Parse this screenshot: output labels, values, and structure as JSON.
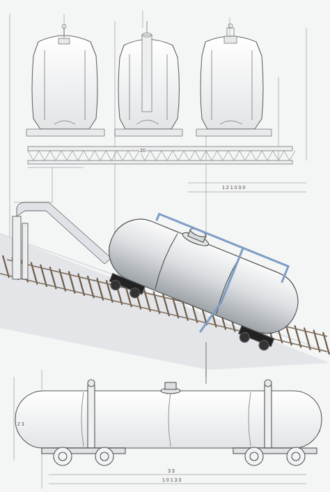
{
  "diagram": {
    "labels": [
      "20",
      "1 2 1 0 3 0",
      "2 3",
      "3 3",
      "1 0 1 3 3"
    ]
  }
}
